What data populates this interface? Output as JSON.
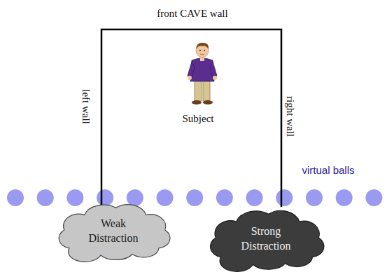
{
  "diagram": {
    "nodes": [
      {
        "text": [
          "Weak Distraction"
        ]
      },
      {
        "text": [
          "Strong Distraction"
        ]
      }
    ],
    "labels": [
      "front CAVE wall",
      "left wall",
      "Subject",
      "right wall",
      "virtual balls"
    ]
  }
}
